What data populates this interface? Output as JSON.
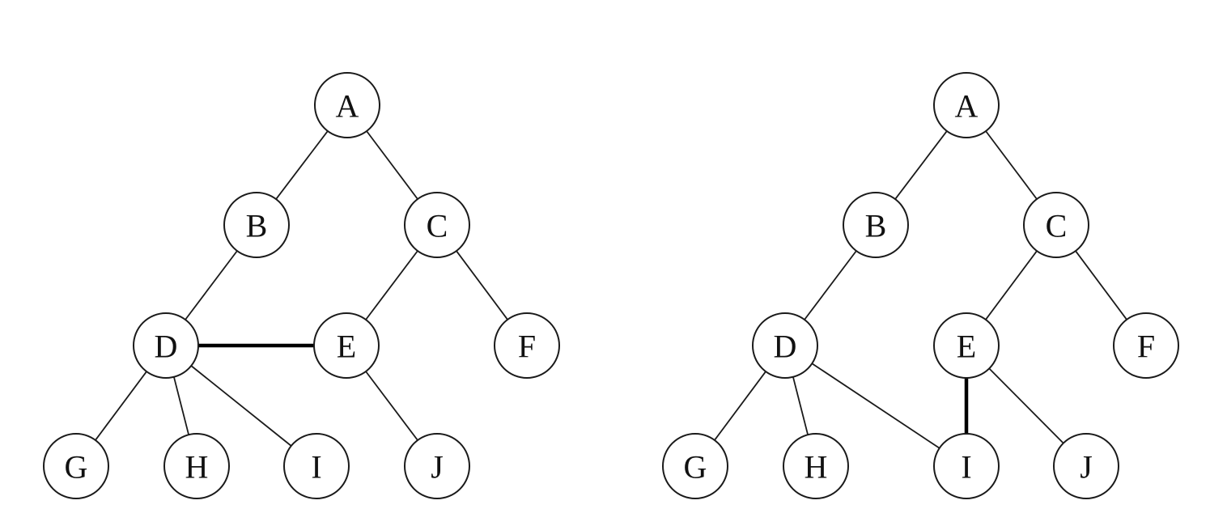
{
  "diagrams": [
    {
      "nodes": [
        {
          "id": "A",
          "label": "A"
        },
        {
          "id": "B",
          "label": "B"
        },
        {
          "id": "C",
          "label": "C"
        },
        {
          "id": "D",
          "label": "D"
        },
        {
          "id": "E",
          "label": "E"
        },
        {
          "id": "F",
          "label": "F"
        },
        {
          "id": "G",
          "label": "G"
        },
        {
          "id": "H",
          "label": "H"
        },
        {
          "id": "I",
          "label": "I"
        },
        {
          "id": "J",
          "label": "J"
        }
      ],
      "edges": [
        {
          "from": "A",
          "to": "B",
          "bold": false
        },
        {
          "from": "A",
          "to": "C",
          "bold": false
        },
        {
          "from": "B",
          "to": "D",
          "bold": false
        },
        {
          "from": "C",
          "to": "E",
          "bold": false
        },
        {
          "from": "C",
          "to": "F",
          "bold": false
        },
        {
          "from": "D",
          "to": "G",
          "bold": false
        },
        {
          "from": "D",
          "to": "H",
          "bold": false
        },
        {
          "from": "D",
          "to": "I",
          "bold": false
        },
        {
          "from": "E",
          "to": "J",
          "bold": false
        },
        {
          "from": "D",
          "to": "E",
          "bold": true
        }
      ]
    },
    {
      "nodes": [
        {
          "id": "A",
          "label": "A"
        },
        {
          "id": "B",
          "label": "B"
        },
        {
          "id": "C",
          "label": "C"
        },
        {
          "id": "D",
          "label": "D"
        },
        {
          "id": "E",
          "label": "E"
        },
        {
          "id": "F",
          "label": "F"
        },
        {
          "id": "G",
          "label": "G"
        },
        {
          "id": "H",
          "label": "H"
        },
        {
          "id": "I",
          "label": "I"
        },
        {
          "id": "J",
          "label": "J"
        }
      ],
      "edges": [
        {
          "from": "A",
          "to": "B",
          "bold": false
        },
        {
          "from": "A",
          "to": "C",
          "bold": false
        },
        {
          "from": "B",
          "to": "D",
          "bold": false
        },
        {
          "from": "C",
          "to": "E",
          "bold": false
        },
        {
          "from": "C",
          "to": "F",
          "bold": false
        },
        {
          "from": "D",
          "to": "G",
          "bold": false
        },
        {
          "from": "D",
          "to": "H",
          "bold": false
        },
        {
          "from": "D",
          "to": "I",
          "bold": false
        },
        {
          "from": "E",
          "to": "J",
          "bold": false
        },
        {
          "from": "E",
          "to": "I",
          "bold": true
        }
      ]
    }
  ]
}
